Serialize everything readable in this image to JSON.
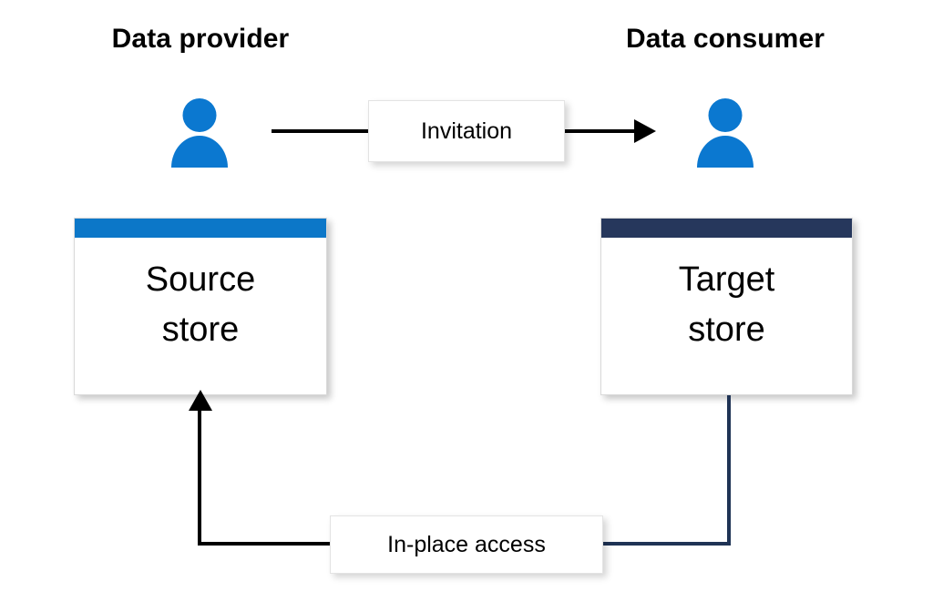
{
  "diagram": {
    "title_provider": "Data provider",
    "title_consumer": "Data consumer",
    "actors": [
      {
        "name": "data-provider-person",
        "icon": "person-icon",
        "color": "#0b78d0"
      },
      {
        "name": "data-consumer-person",
        "icon": "person-icon",
        "color": "#0b78d0"
      }
    ],
    "nodes": [
      {
        "id": "source-store",
        "label": "Source\nstore",
        "header_color": "#0c77c8",
        "body_color": "#ffffff",
        "side": "provider"
      },
      {
        "id": "target-store",
        "label": "Target\nstore",
        "header_color": "#26375c",
        "body_color": "#ffffff",
        "side": "consumer"
      }
    ],
    "edges": [
      {
        "id": "invitation",
        "label": "Invitation",
        "from": "data-provider-person",
        "to": "data-consumer-person",
        "color": "#000000",
        "arrow": "end",
        "direction": "left-to-right"
      },
      {
        "id": "in-place-access",
        "label": "In-place access",
        "from": "target-store",
        "to": "source-store",
        "color_from_segment": "#1f3355",
        "color_to_segment": "#000000",
        "arrow": "end",
        "direction": "right-to-left-up"
      }
    ],
    "colors": {
      "provider_accent": "#0c77c8",
      "consumer_accent": "#26375c",
      "person_blue": "#0b78d0",
      "line_black": "#000000",
      "line_navy": "#1f3355",
      "background": "#ffffff"
    }
  }
}
